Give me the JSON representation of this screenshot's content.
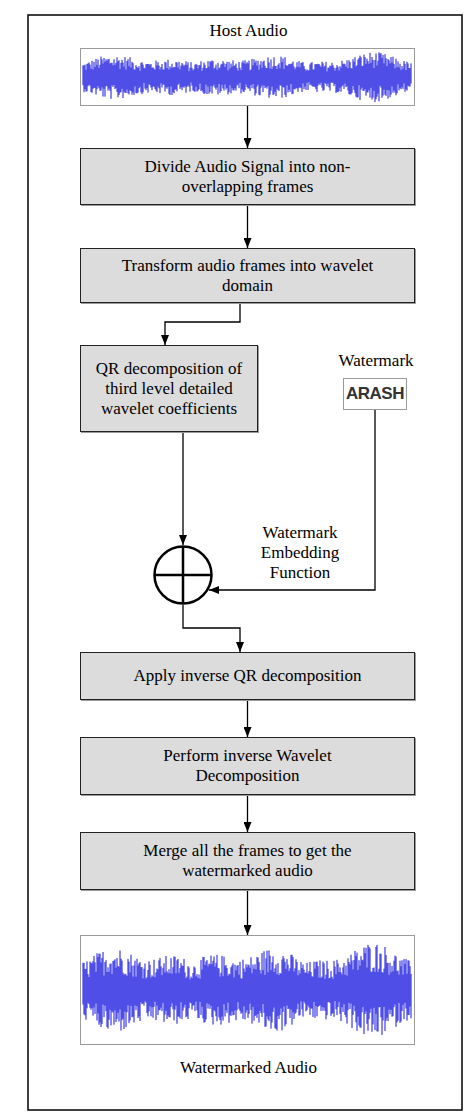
{
  "diagram": {
    "nodes": [
      {
        "text": [
          "Host Audio"
        ]
      },
      {
        "text": [
          "Divide Audio Signal into non-overlapping frames"
        ]
      },
      {
        "text": [
          "Transform audio frames into wavelet domain"
        ]
      },
      {
        "text": [
          "QR decomposition of third level detailed wavelet coefficients"
        ]
      },
      {
        "text": [
          "Watermark",
          "ARASH"
        ]
      },
      {
        "text": [
          "Watermark Embedding Function"
        ]
      },
      {
        "text": [
          "Apply inverse QR decomposition"
        ]
      },
      {
        "text": [
          "Perform inverse Wavelet Decomposition"
        ]
      },
      {
        "text": [
          "Merge all the frames to get the watermarked audio"
        ]
      },
      {
        "text": [
          "Watermarked Audio"
        ]
      }
    ],
    "edges": [
      {
        "from": 0,
        "to": 1,
        "arrow": "to"
      },
      {
        "from": 1,
        "to": 2,
        "arrow": "to"
      },
      {
        "from": 2,
        "to": 3,
        "arrow": "to"
      },
      {
        "from": 3,
        "to": 5,
        "arrow": "to"
      },
      {
        "from": 4,
        "to": 5,
        "arrow": "to"
      },
      {
        "from": 5,
        "to": 6,
        "arrow": "to"
      },
      {
        "from": 6,
        "to": 7,
        "arrow": "to"
      },
      {
        "from": 7,
        "to": 8,
        "arrow": "to"
      },
      {
        "from": 8,
        "to": 9,
        "arrow": "to"
      }
    ]
  }
}
